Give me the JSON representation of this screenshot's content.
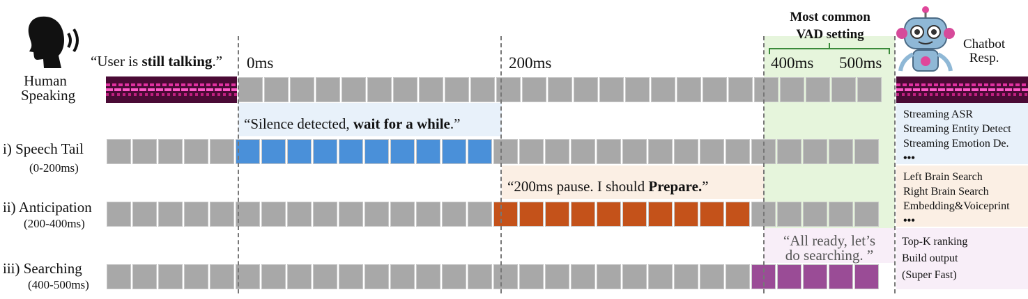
{
  "header": {
    "human_label_1": "Human",
    "human_label_2": "Speaking",
    "user_quote_pre": "“User is ",
    "user_quote_bold": "still talking",
    "user_quote_post": ".”",
    "t0": "0ms",
    "t200": "200ms",
    "t400": "400ms",
    "t500": "500ms",
    "vad_1": "Most common",
    "vad_2": "VAD setting",
    "chatbot_1": "Chatbot",
    "chatbot_2": "Resp."
  },
  "stages": [
    {
      "name": "i) Speech Tail",
      "range": "(0-200ms)",
      "quote_pre": "“Silence detected, ",
      "quote_bold": "wait for a while",
      "quote_post": ".”",
      "color": "#4a90d9",
      "bg": "#e8f1fa",
      "bot_lines": [
        "Streaming ASR",
        "Streaming Entity Detect",
        "Streaming Emotion De.",
        "•••"
      ]
    },
    {
      "name": "ii) Anticipation",
      "range": "(200-400ms)",
      "quote_pre": "“200ms pause.  I should ",
      "quote_bold": "Prepare.",
      "quote_post": "”",
      "color": "#c4521a",
      "bg": "#fbefe4",
      "bot_lines": [
        "Left Brain Search",
        "Right Brain Search",
        "Embedding&Voiceprint",
        "•••"
      ]
    },
    {
      "name": "iii) Searching",
      "range": "(400-500ms)",
      "quote_1": "“All ready, let’s",
      "quote_2": "do searching. ”",
      "color": "#9a4c96",
      "bg": "#f8eef8",
      "bot_lines": [
        "Top-K ranking",
        "Build output",
        "(Super Fast)"
      ]
    }
  ],
  "colors": {
    "human_wave": "#8a1660",
    "grey_cell": "#a8a8a8",
    "vad_band": "#e6f5dc",
    "vad_bracket": "#3a8a3a"
  },
  "icons": [
    "human-speaking-icon",
    "robot-icon"
  ]
}
